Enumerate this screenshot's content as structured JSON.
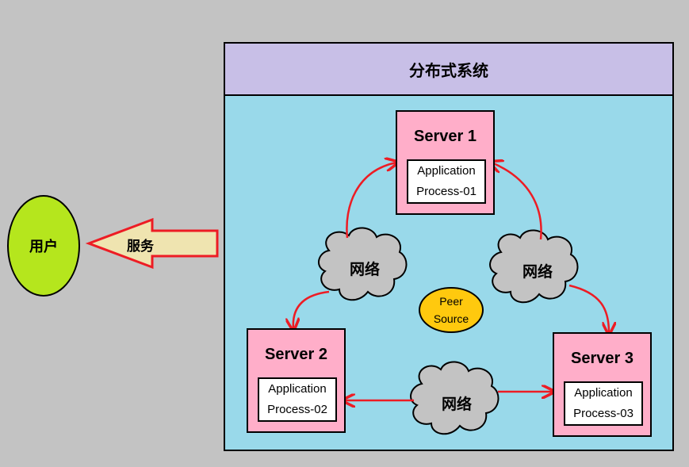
{
  "system": {
    "title": "分布式系统"
  },
  "user": {
    "label": "用户"
  },
  "service": {
    "label": "服务"
  },
  "servers": [
    {
      "title": "Server 1",
      "process_line1": "Application",
      "process_line2": "Process-01"
    },
    {
      "title": "Server 2",
      "process_line1": "Application",
      "process_line2": "Process-02"
    },
    {
      "title": "Server 3",
      "process_line1": "Application",
      "process_line2": "Process-03"
    }
  ],
  "networks": [
    "网络",
    "网络",
    "网络"
  ],
  "peer": {
    "line1": "Peer",
    "line2": "Source"
  },
  "colors": {
    "background": "#c3c3c3",
    "system_body": "#99d9ea",
    "system_header": "#c8bfe7",
    "server": "#ffaec9",
    "user": "#b5e61d",
    "peer": "#ffc90e",
    "cloud": "#c3c3c3",
    "arrow": "#ed1c24",
    "service_arrow_fill": "#efe4b0"
  }
}
